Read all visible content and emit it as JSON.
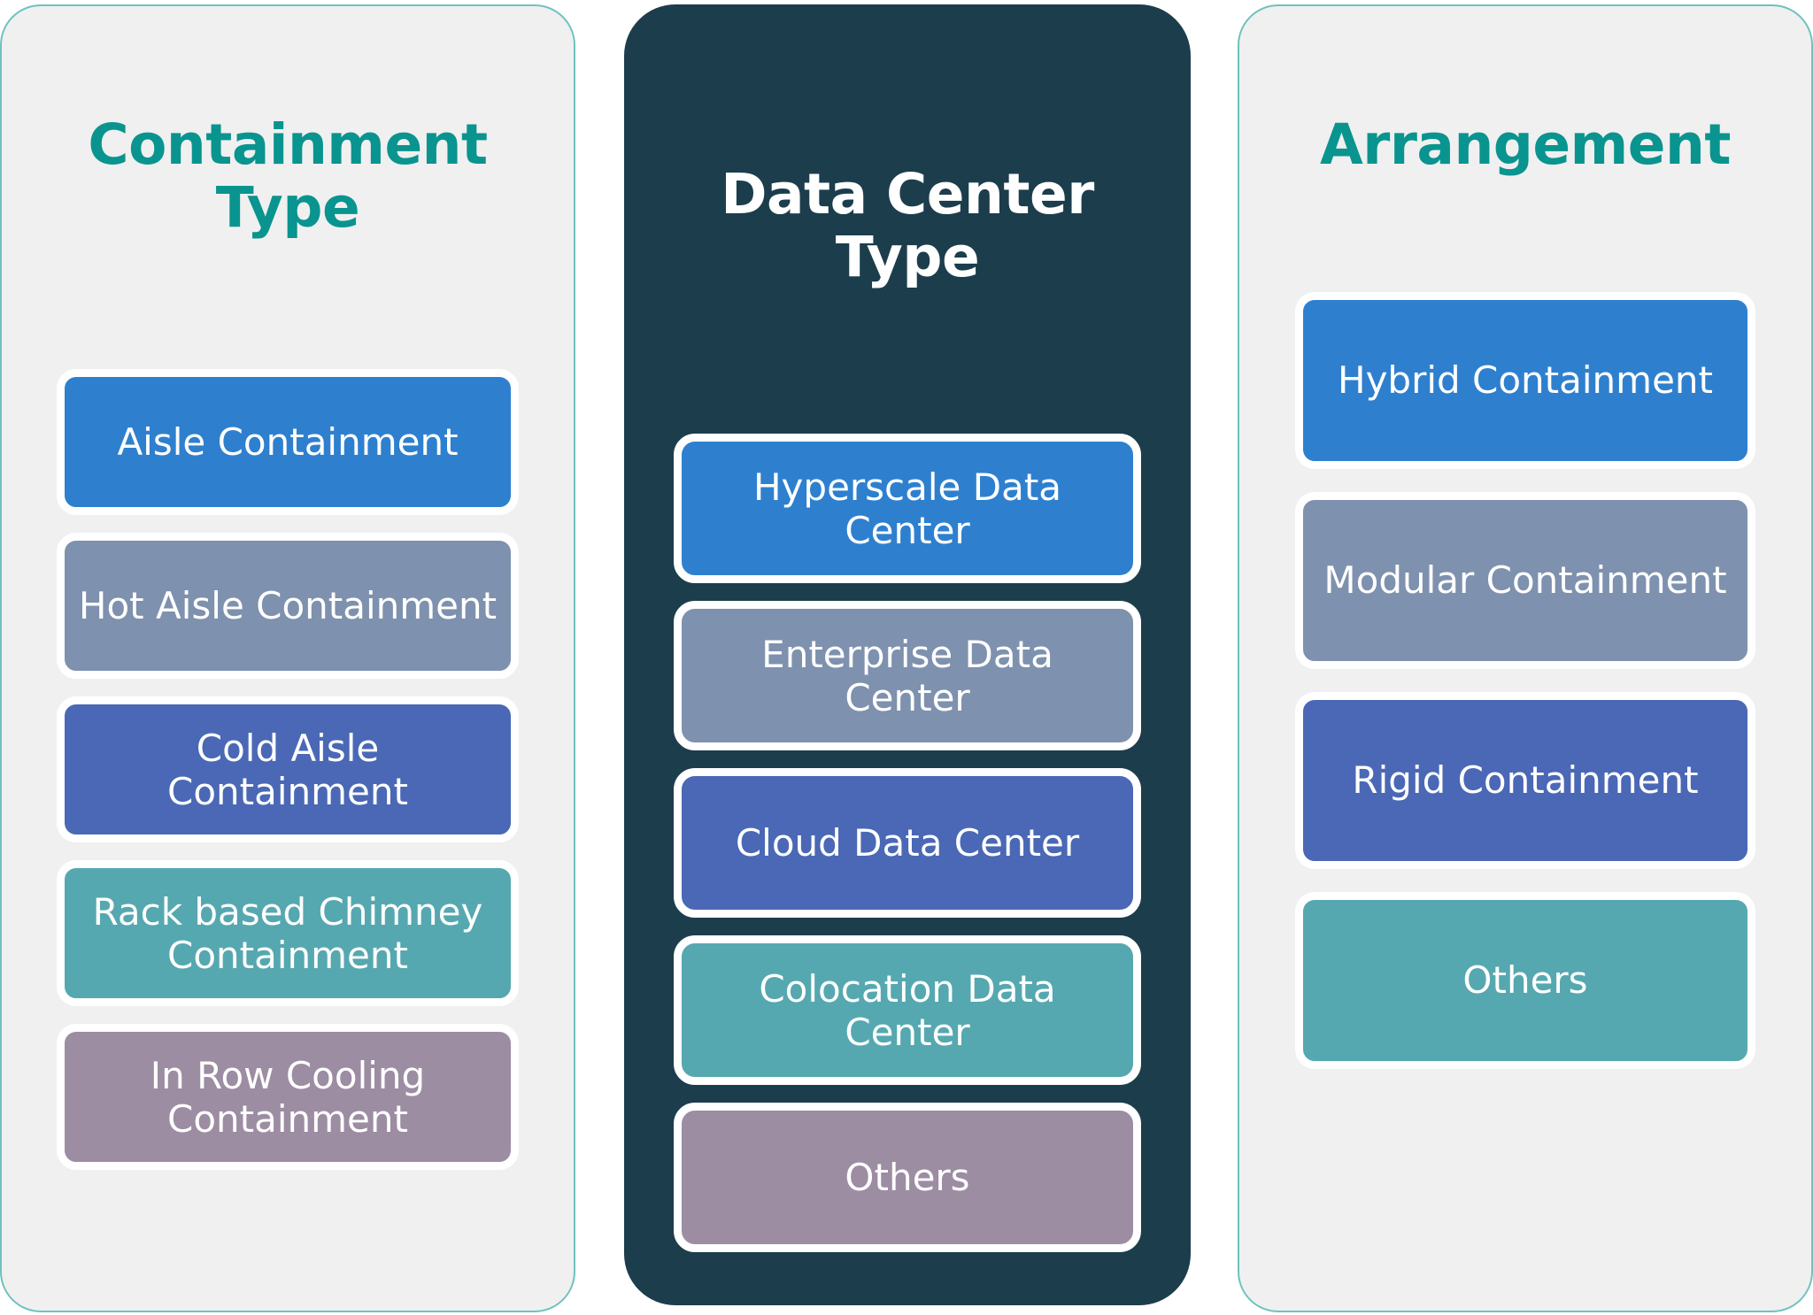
{
  "palette": {
    "page_background": "#ffffff",
    "panel_light_background": "#F0F0F0",
    "panel_light_border": "#6FC2BE",
    "panel_dark_background": "#1C3D4C",
    "title_teal": "#09948F",
    "title_white": "#FFFFFF",
    "card_blue": "#2E80CF",
    "card_gray_blue": "#7E91AE",
    "card_indigo": "#4A68B5",
    "card_teal": "#56A8B0",
    "card_mauve": "#9C8DA3",
    "card_border": "#FFFFFF",
    "card_text": "#FFFFFF"
  },
  "panels": [
    {
      "id": "containment-type",
      "title": "Containment Type",
      "style": "light",
      "items": [
        {
          "label": "Aisle Containment",
          "color": "#2E80CF"
        },
        {
          "label": "Hot Aisle Containment",
          "color": "#7E91AE"
        },
        {
          "label": "Cold Aisle Containment",
          "color": "#4A68B5"
        },
        {
          "label": "Rack based Chimney Containment",
          "color": "#56A8B0"
        },
        {
          "label": "In Row Cooling Containment",
          "color": "#9C8DA3"
        }
      ]
    },
    {
      "id": "data-center-type",
      "title": "Data Center Type",
      "style": "dark",
      "items": [
        {
          "label": "Hyperscale Data Center",
          "color": "#2E80CF"
        },
        {
          "label": "Enterprise Data Center",
          "color": "#7E91AE"
        },
        {
          "label": "Cloud Data Center",
          "color": "#4A68B5"
        },
        {
          "label": "Colocation Data Center",
          "color": "#56A8B0"
        },
        {
          "label": "Others",
          "color": "#9C8DA3"
        }
      ]
    },
    {
      "id": "arrangement",
      "title": "Arrangement",
      "style": "light",
      "items": [
        {
          "label": "Hybrid Containment",
          "color": "#2E80CF"
        },
        {
          "label": "Modular Containment",
          "color": "#7E91AE"
        },
        {
          "label": "Rigid Containment",
          "color": "#4A68B5"
        },
        {
          "label": "Others",
          "color": "#56A8B0"
        }
      ]
    }
  ]
}
